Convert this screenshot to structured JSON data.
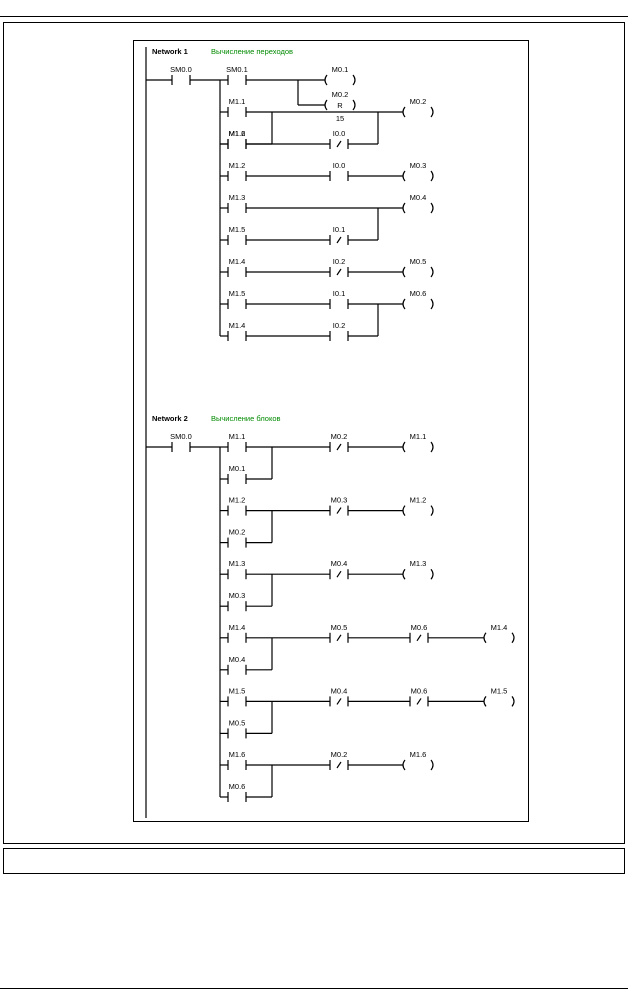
{
  "colors": {
    "ink": "#000000",
    "comment": "#008a00",
    "background": "#ffffff"
  },
  "networks": [
    {
      "title": "Network 1",
      "comment": "Вычисление переходов",
      "power_contact": "SM0.0",
      "rungs": [
        {
          "contacts": [
            [
              "SM0.1"
            ]
          ],
          "coils": [
            {
              "label": "M0.1"
            },
            {
              "label": "M0.2",
              "type": "R",
              "param": "15"
            }
          ]
        },
        {
          "contacts": [
            [
              "M1.1",
              "M1.6"
            ]
          ],
          "coils": [
            {
              "label": "M0.2"
            }
          ],
          "join_next": true
        },
        {
          "contacts": [
            [
              "M1.2"
            ],
            [
              {
                "label": "I0.0",
                "nc": true
              }
            ]
          ],
          "coils": []
        },
        {
          "contacts": [
            [
              "M1.2"
            ],
            [
              "I0.0"
            ]
          ],
          "coils": [
            {
              "label": "M0.3"
            }
          ]
        },
        {
          "contacts": [
            [
              "M1.3"
            ]
          ],
          "coils": [
            {
              "label": "M0.4"
            }
          ],
          "join_next": true
        },
        {
          "contacts": [
            [
              "M1.5"
            ],
            [
              {
                "label": "I0.1",
                "nc": true
              }
            ]
          ],
          "coils": []
        },
        {
          "contacts": [
            [
              "M1.4"
            ],
            [
              {
                "label": "I0.2",
                "nc": true
              }
            ]
          ],
          "coils": [
            {
              "label": "M0.5"
            }
          ]
        },
        {
          "contacts": [
            [
              "M1.5"
            ],
            [
              "I0.1"
            ]
          ],
          "coils": [
            {
              "label": "M0.6"
            }
          ],
          "join_next": true
        },
        {
          "contacts": [
            [
              "M1.4"
            ],
            [
              "I0.2"
            ]
          ],
          "coils": []
        }
      ]
    },
    {
      "title": "Network 2",
      "comment": "Вычисление блоков",
      "power_contact": "SM0.0",
      "rungs": [
        {
          "contacts": [
            [
              "M1.1",
              "M0.1"
            ],
            [
              {
                "label": "M0.2",
                "nc": true
              }
            ]
          ],
          "coils": [
            {
              "label": "M1.1"
            }
          ]
        },
        {
          "contacts": [
            [
              "M1.2",
              "M0.2"
            ],
            [
              {
                "label": "M0.3",
                "nc": true
              }
            ]
          ],
          "coils": [
            {
              "label": "M1.2"
            }
          ]
        },
        {
          "contacts": [
            [
              "M1.3",
              "M0.3"
            ],
            [
              {
                "label": "M0.4",
                "nc": true
              }
            ]
          ],
          "coils": [
            {
              "label": "M1.3"
            }
          ]
        },
        {
          "contacts": [
            [
              "M1.4",
              "M0.4"
            ],
            [
              {
                "label": "M0.5",
                "nc": true
              }
            ],
            [
              {
                "label": "M0.6",
                "nc": true
              }
            ]
          ],
          "coils": [
            {
              "label": "M1.4"
            }
          ]
        },
        {
          "contacts": [
            [
              "M1.5",
              "M0.5"
            ],
            [
              {
                "label": "M0.4",
                "nc": true
              }
            ],
            [
              {
                "label": "M0.6",
                "nc": true
              }
            ]
          ],
          "coils": [
            {
              "label": "M1.5"
            }
          ]
        },
        {
          "contacts": [
            [
              "M1.6",
              "M0.6"
            ],
            [
              {
                "label": "M0.2",
                "nc": true
              }
            ]
          ],
          "coils": [
            {
              "label": "M1.6"
            }
          ]
        }
      ]
    }
  ]
}
